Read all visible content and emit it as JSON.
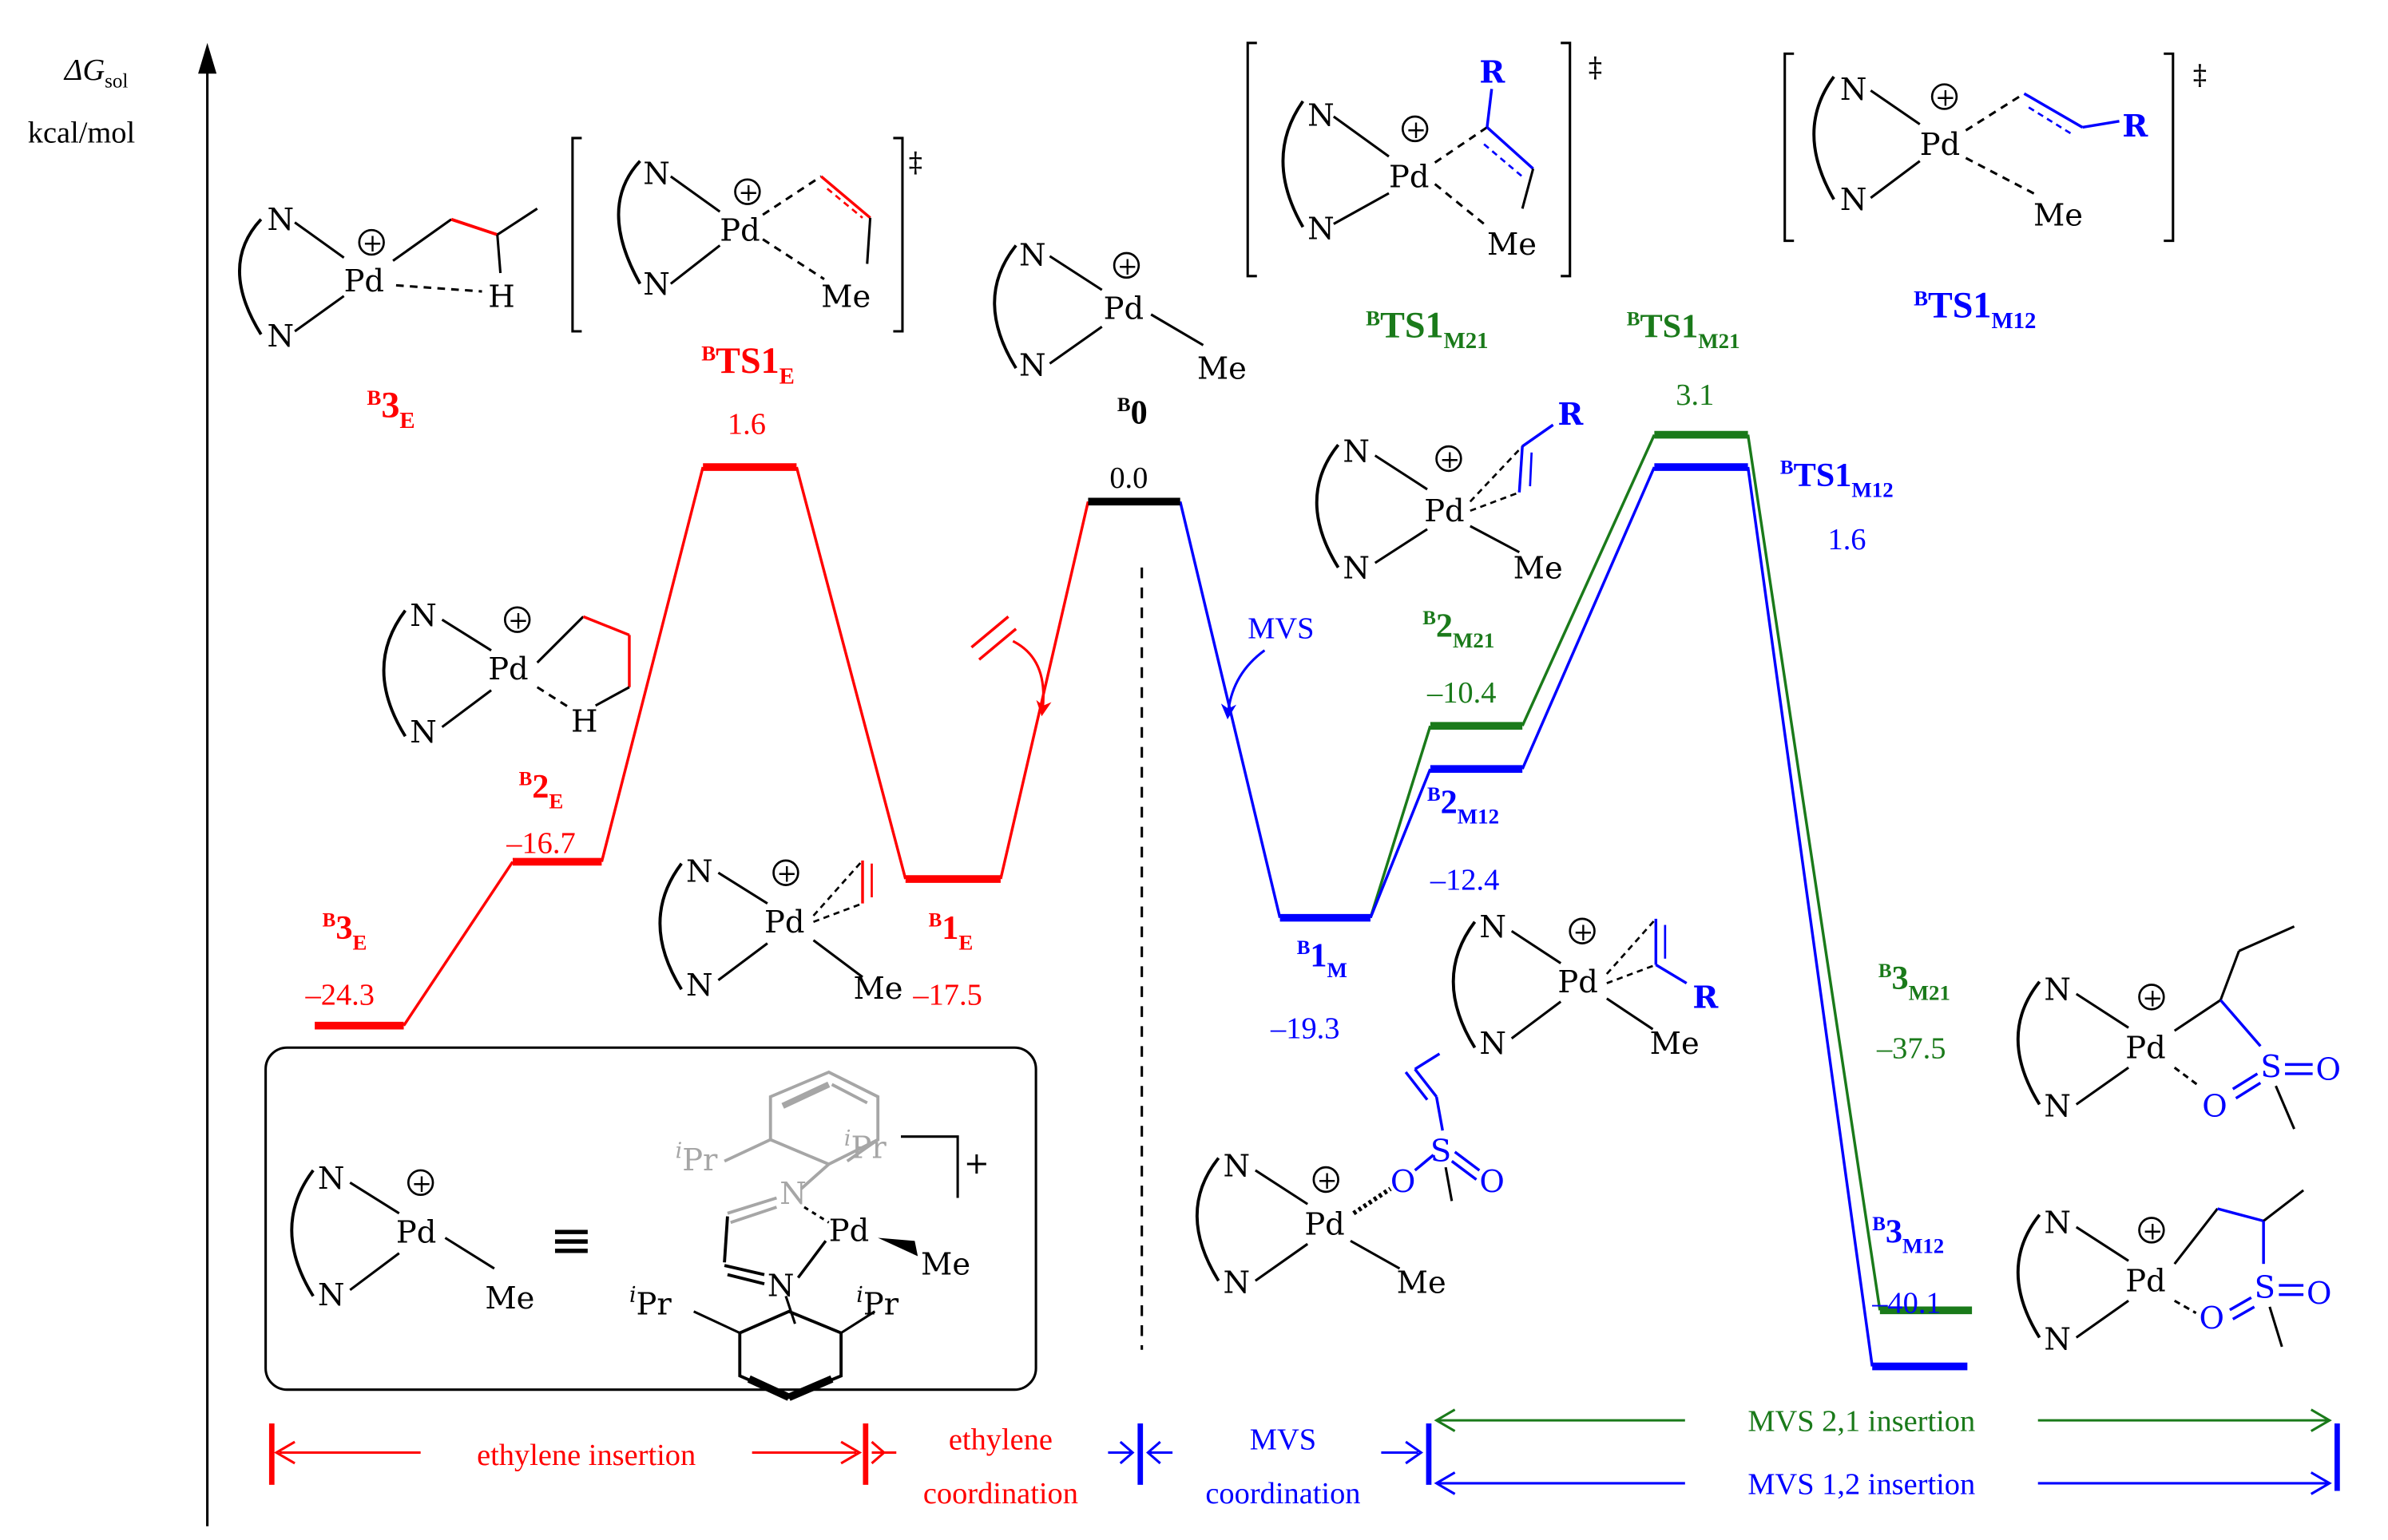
{
  "colors": {
    "black": "#000000",
    "red": "#ff0000",
    "blue": "#0000ff",
    "green": "#1a7a1a",
    "gray": "#a6a6a6"
  },
  "axis": {
    "label_main": "ΔG",
    "label_sub": "sol",
    "unit": "kcal/mol"
  },
  "levels": [
    {
      "id": "B3E",
      "sup": "B",
      "base": "3",
      "sub": "E",
      "value": "–24.3",
      "color": "red"
    },
    {
      "id": "B2E",
      "sup": "B",
      "base": "2",
      "sub": "E",
      "value": "–16.7",
      "color": "red"
    },
    {
      "id": "BTS1E",
      "sup": "B",
      "base": "TS1",
      "sub": "E",
      "value": "1.6",
      "color": "red"
    },
    {
      "id": "B1E",
      "sup": "B",
      "base": "1",
      "sub": "E",
      "value": "–17.5",
      "color": "red"
    },
    {
      "id": "B0",
      "sup": "B",
      "base": "0",
      "sub": "",
      "value": "0.0",
      "color": "black"
    },
    {
      "id": "B1M",
      "sup": "B",
      "base": "1",
      "sub": "M",
      "value": "–19.3",
      "color": "blue"
    },
    {
      "id": "B2M21",
      "sup": "B",
      "base": "2",
      "sub": "M21",
      "value": "–10.4",
      "color": "green"
    },
    {
      "id": "B2M12",
      "sup": "B",
      "base": "2",
      "sub": "M12",
      "value": "–12.4",
      "color": "blue"
    },
    {
      "id": "BTS1M21",
      "sup": "B",
      "base": "TS1",
      "sub": "M21",
      "value": "3.1",
      "color": "green"
    },
    {
      "id": "BTS1M12",
      "sup": "B",
      "base": "TS1",
      "sub": "M12",
      "value": "1.6",
      "color": "blue"
    },
    {
      "id": "B3M21",
      "sup": "B",
      "base": "3",
      "sub": "M21",
      "value": "–37.5",
      "color": "green"
    },
    {
      "id": "B3M12",
      "sup": "B",
      "base": "3",
      "sub": "M12",
      "value": "–40.1",
      "color": "blue"
    }
  ],
  "top_labels": [
    {
      "id": "B3E_top",
      "sup": "B",
      "base": "3",
      "sub": "E",
      "color": "red"
    },
    {
      "id": "BTS1E_top",
      "sup": "B",
      "base": "TS1",
      "sub": "E",
      "color": "red"
    },
    {
      "id": "BTS1M21_top",
      "sup": "B",
      "base": "TS1",
      "sub": "M21",
      "color": "green"
    },
    {
      "id": "BTS1M12_top",
      "sup": "B",
      "base": "TS1",
      "sub": "M12",
      "color": "blue"
    }
  ],
  "annotations": {
    "mvs_arrow": "MVS",
    "dagger": "‡",
    "plus": "+",
    "equiv": "≡"
  },
  "atoms": {
    "N": "N",
    "Pd": "Pd",
    "H": "H",
    "Me": "Me",
    "R": "R",
    "O": "O",
    "S": "S",
    "iPr_i": "i",
    "iPr_Pr": "Pr",
    "oplus": "+"
  },
  "stages": [
    {
      "id": "ethylene-insertion",
      "lines": [
        "ethylene insertion"
      ],
      "color": "red"
    },
    {
      "id": "ethylene-coordination",
      "lines": [
        "ethylene",
        "coordination"
      ],
      "color": "red"
    },
    {
      "id": "mvs-coordination",
      "lines": [
        "MVS",
        "coordination"
      ],
      "color": "blue"
    },
    {
      "id": "mvs-21-insertion",
      "lines": [
        "MVS 2,1 insertion"
      ],
      "color": "green"
    },
    {
      "id": "mvs-12-insertion",
      "lines": [
        "MVS 1,2 insertion"
      ],
      "color": "blue"
    }
  ]
}
